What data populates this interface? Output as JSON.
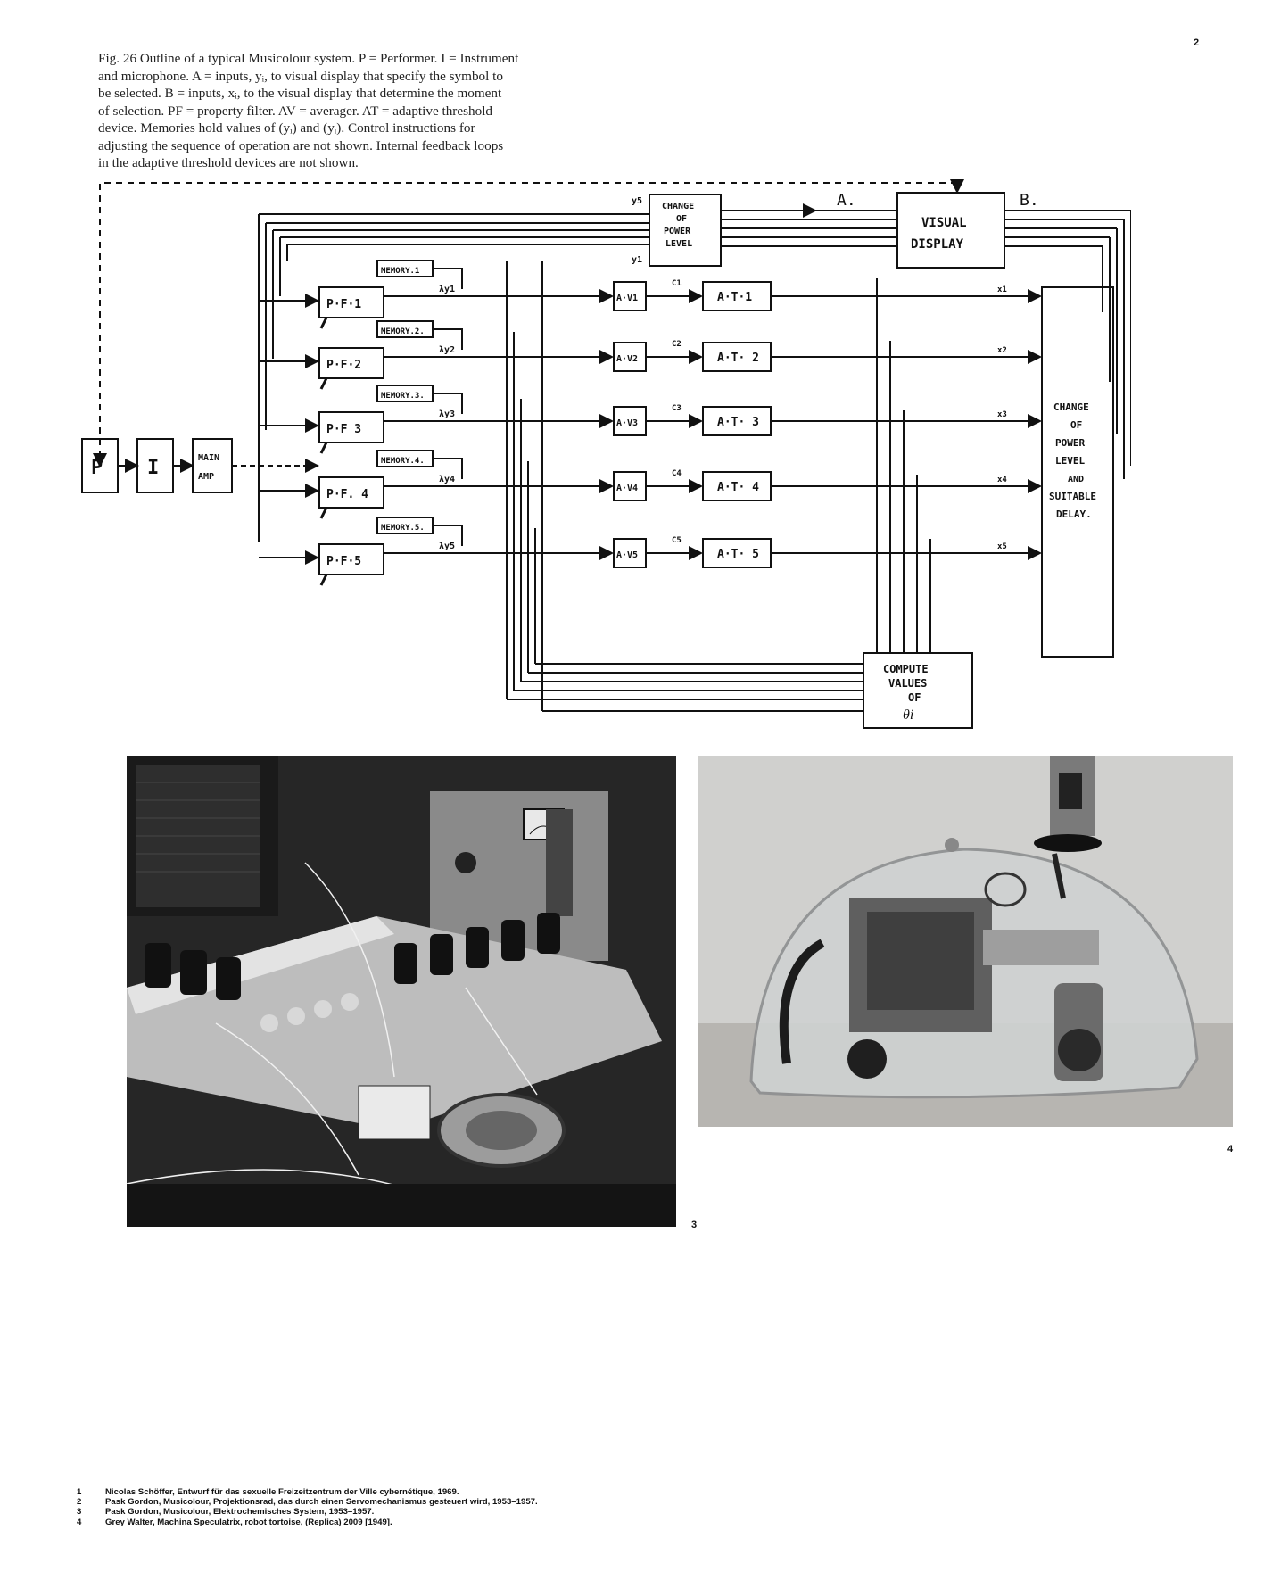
{
  "page_number": "2",
  "caption": {
    "lines": [
      "Fig. 26 Outline of a typical Musicolour system. P = Performer. I = Instrument",
      "and microphone. A = inputs, yᵢ, to visual display that specify the symbol to",
      "be selected. B = inputs, xᵢ, to the visual display that determine the moment",
      "of selection. PF = property filter. AV = averager. AT = adaptive threshold",
      "device. Memories hold values of (yᵢ) and (yᵢ). Control instructions for",
      "adjusting the sequence of operation are not shown. Internal feedback loops",
      "in the adaptive threshold devices are not shown."
    ]
  },
  "diagram": {
    "performer": "P",
    "instrument": "I",
    "main_amp": [
      "MAIN",
      "AMP"
    ],
    "change_power_top": [
      "CHANGE",
      "OF",
      "POWER",
      "LEVEL"
    ],
    "visual_display": [
      "VISUAL",
      "DISPLAY"
    ],
    "label_a": "A.",
    "label_b": "B.",
    "label_y5": "y5",
    "label_y1": "y1",
    "rows": [
      {
        "pf": "P·F·1",
        "memory": "MEMORY.1",
        "lambda": "λy1",
        "av": "A·V1",
        "c": "C1",
        "at": "A·T·1",
        "x": "x1"
      },
      {
        "pf": "P·F·2",
        "memory": "MEMORY.2.",
        "lambda": "λy2",
        "av": "A·V2",
        "c": "C2",
        "at": "A·T· 2",
        "x": "x2"
      },
      {
        "pf": "P·F 3",
        "memory": "MEMORY.3.",
        "lambda": "λy3",
        "av": "A·V3",
        "c": "C3",
        "at": "A·T· 3",
        "x": "x3"
      },
      {
        "pf": "P·F. 4",
        "memory": "MEMORY.4.",
        "lambda": "λy4",
        "av": "A·V4",
        "c": "C4",
        "at": "A·T· 4",
        "x": "x4"
      },
      {
        "pf": "P·F·5",
        "memory": "MEMORY.5.",
        "lambda": "λy5",
        "av": "A·V5",
        "c": "C5",
        "at": "A·T· 5",
        "x": "x5"
      }
    ],
    "change_power_right": [
      "CHANGE",
      "OF",
      "POWER",
      "LEVEL",
      "AND",
      "SUITABLE",
      "DELAY."
    ],
    "compute": [
      "COMPUTE",
      "VALUES",
      "OF",
      "θi"
    ]
  },
  "photos": {
    "photo3_label": "3",
    "photo4_label": "4"
  },
  "footnotes": [
    {
      "num": "1",
      "text": "Nicolas Schöffer, Entwurf für das sexuelle Freizeitzentrum der Ville cybernétique, 1969."
    },
    {
      "num": "2",
      "text": "Pask Gordon, Musicolour, Projektionsrad, das durch einen Servomechanismus gesteuert wird, 1953–1957."
    },
    {
      "num": "3",
      "text": "Pask Gordon, Musicolour, Elektrochemisches System, 1953–1957."
    },
    {
      "num": "4",
      "text": "Grey Walter, Machina Speculatrix, robot tortoise, (Replica) 2009 [1949]."
    }
  ]
}
